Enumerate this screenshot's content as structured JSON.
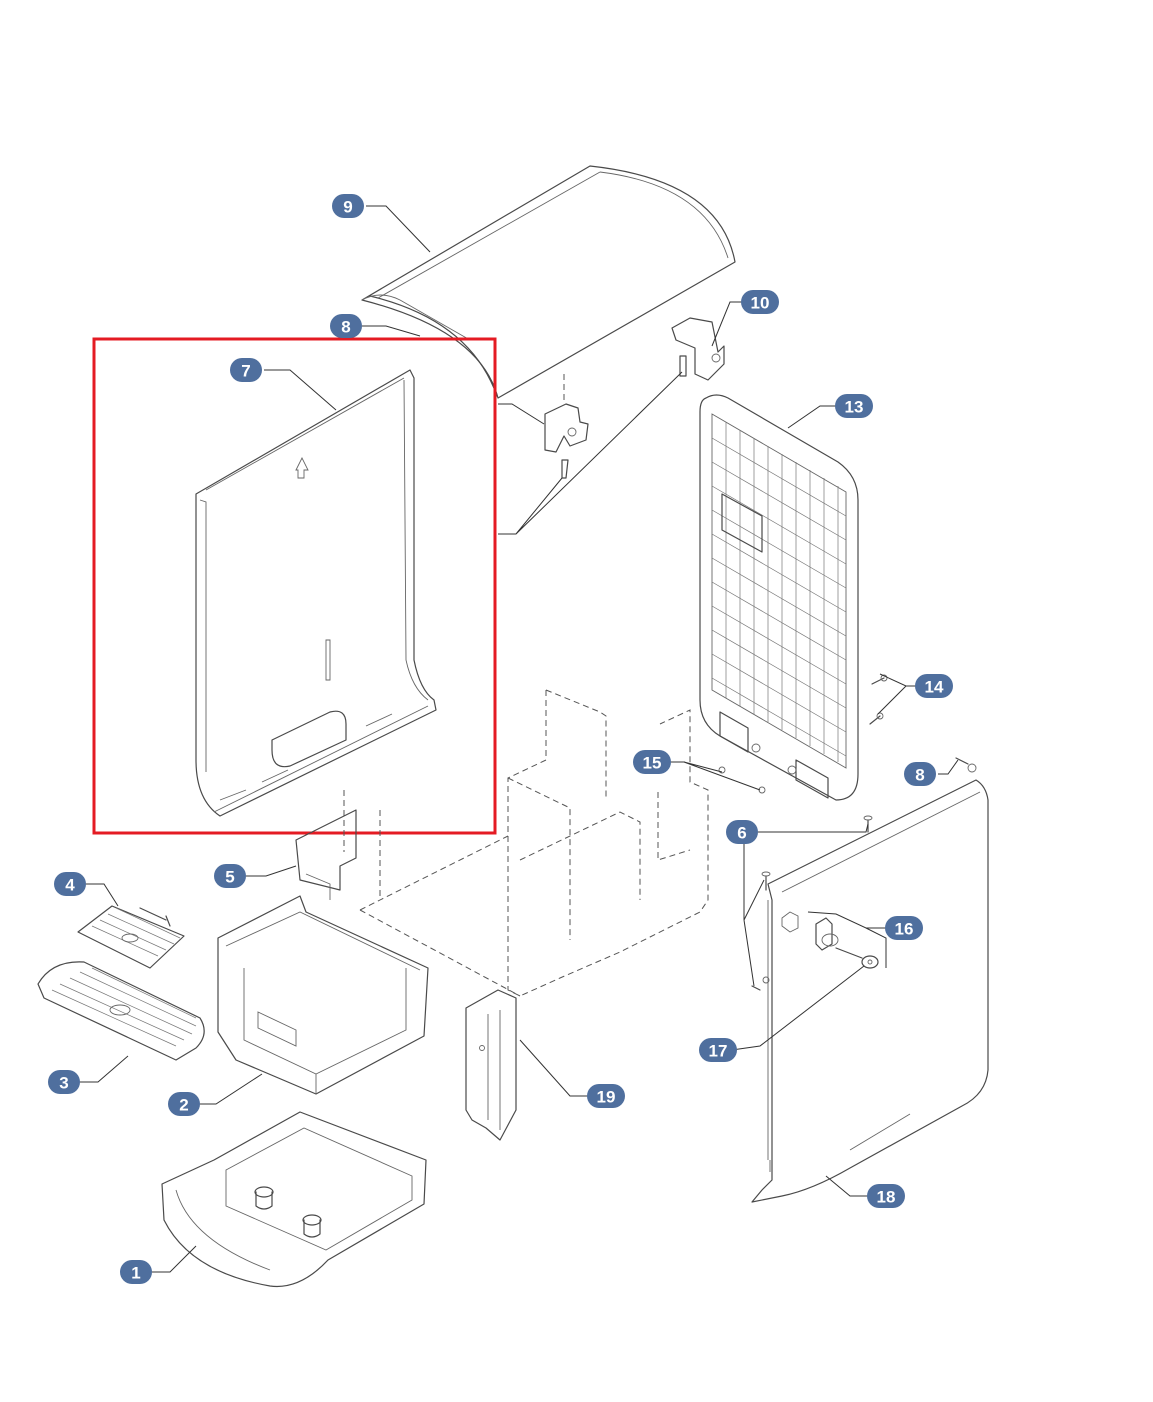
{
  "colors": {
    "callout_fill": "#4f6f9e",
    "callout_text": "#ffffff",
    "highlight": "#e41b23",
    "line": "#4a4a4a"
  },
  "callouts": [
    {
      "id": "c1",
      "label": "1"
    },
    {
      "id": "c2",
      "label": "2"
    },
    {
      "id": "c3",
      "label": "3"
    },
    {
      "id": "c4",
      "label": "4"
    },
    {
      "id": "c5",
      "label": "5"
    },
    {
      "id": "c6",
      "label": "6"
    },
    {
      "id": "c7",
      "label": "7"
    },
    {
      "id": "c8a",
      "label": "8"
    },
    {
      "id": "c8b",
      "label": "8"
    },
    {
      "id": "c9",
      "label": "9"
    },
    {
      "id": "c10",
      "label": "10"
    },
    {
      "id": "c13",
      "label": "13"
    },
    {
      "id": "c14",
      "label": "14"
    },
    {
      "id": "c15",
      "label": "15"
    },
    {
      "id": "c16",
      "label": "16"
    },
    {
      "id": "c17",
      "label": "17"
    },
    {
      "id": "c18",
      "label": "18"
    },
    {
      "id": "c19",
      "label": "19"
    }
  ],
  "highlight": {
    "target_part": "7"
  }
}
